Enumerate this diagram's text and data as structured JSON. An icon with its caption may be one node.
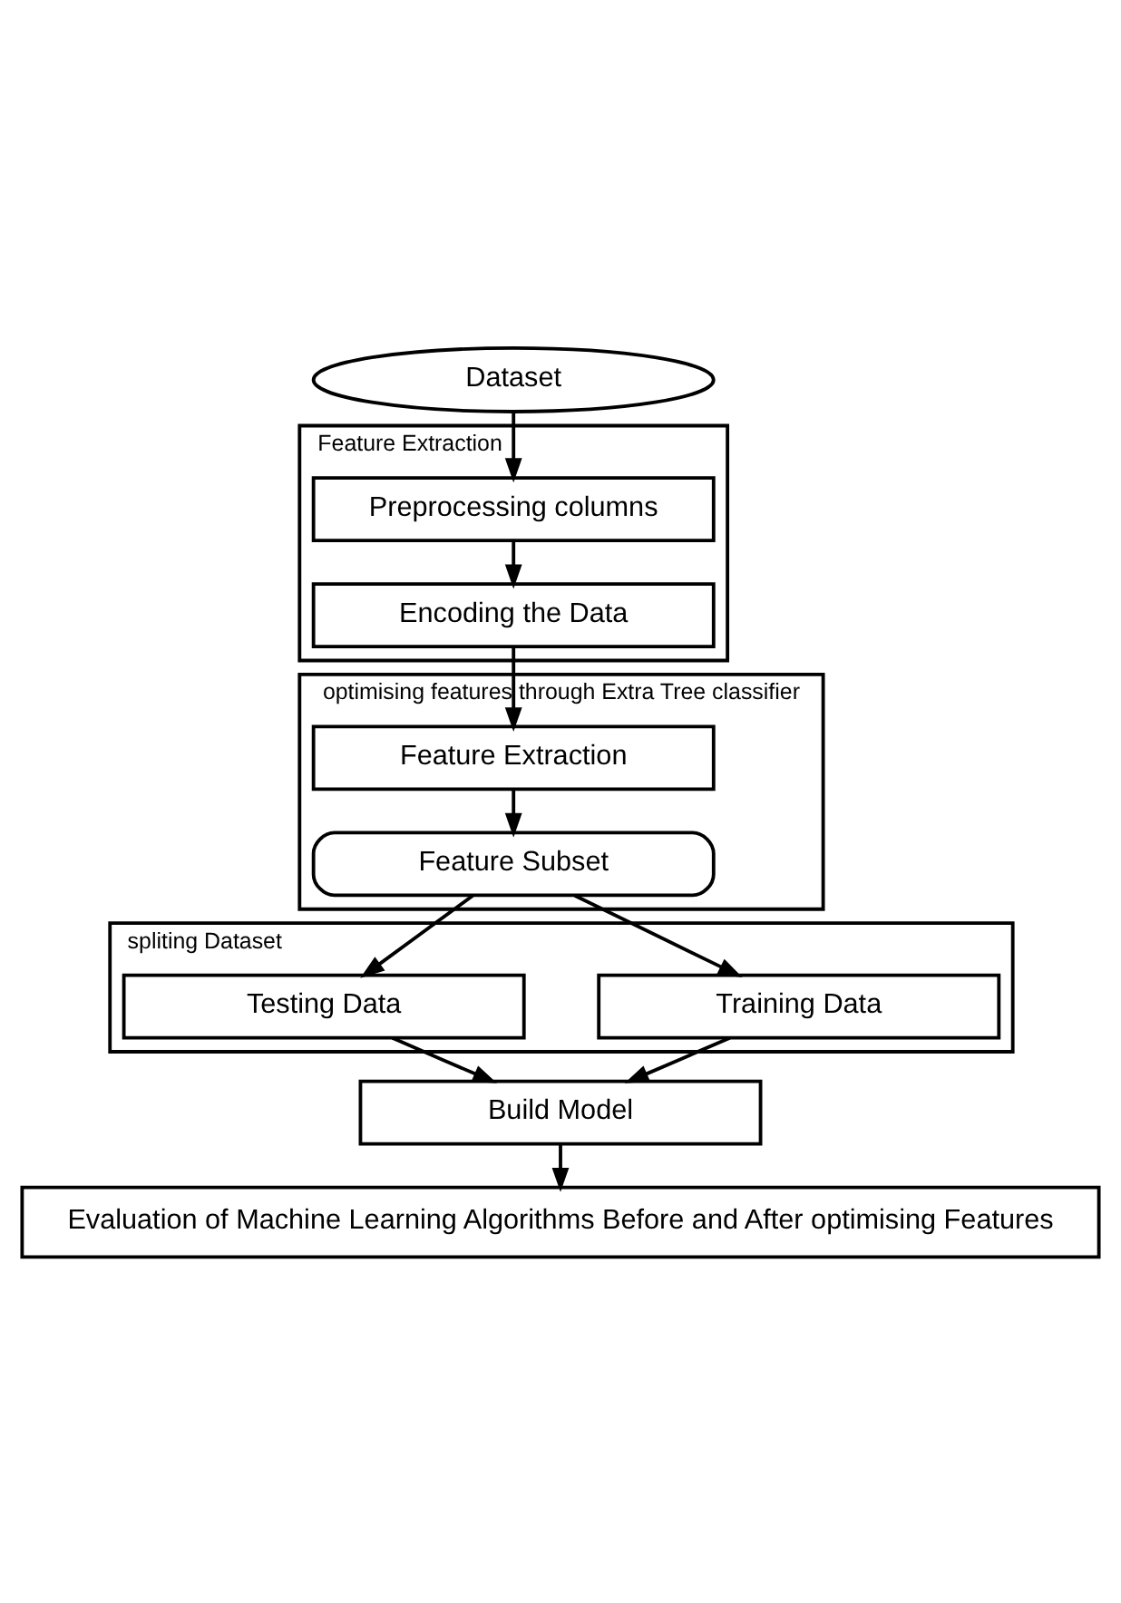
{
  "diagram": {
    "nodes": [
      {
        "text": [
          "Dataset"
        ]
      },
      {
        "text": [
          "Feature Extraction"
        ]
      },
      {
        "text": [
          "Preprocessing columns"
        ],
        "in": 1
      },
      {
        "text": [
          "Encoding the Data"
        ],
        "in": 1
      },
      {
        "text": [
          "optimising features through Extra Tree classifier"
        ]
      },
      {
        "text": [
          "Feature Extraction"
        ],
        "in": 4
      },
      {
        "text": [
          "Feature Subset"
        ],
        "in": 4
      },
      {
        "text": [
          "spliting Dataset"
        ]
      },
      {
        "text": [
          "Training Data"
        ],
        "in": 7
      },
      {
        "text": [
          "Testing Data"
        ],
        "in": 7
      },
      {
        "text": [
          "Build Model"
        ]
      },
      {
        "text": [
          "Evaluation of Machine Learning Algorithms Before and After optimising Features"
        ]
      }
    ],
    "edges": [
      {
        "from": 0,
        "to": 2,
        "arrow": "to"
      },
      {
        "from": 2,
        "to": 3,
        "arrow": "to"
      },
      {
        "from": 3,
        "to": 5,
        "arrow": "to"
      },
      {
        "from": 5,
        "to": 6,
        "arrow": "to"
      },
      {
        "from": 6,
        "to": 8,
        "arrow": "to"
      },
      {
        "from": 6,
        "to": 9,
        "arrow": "to"
      },
      {
        "from": 8,
        "to": 10,
        "arrow": "to"
      },
      {
        "from": 9,
        "to": 10,
        "arrow": "to"
      },
      {
        "from": 10,
        "to": 11,
        "arrow": "to"
      }
    ]
  }
}
